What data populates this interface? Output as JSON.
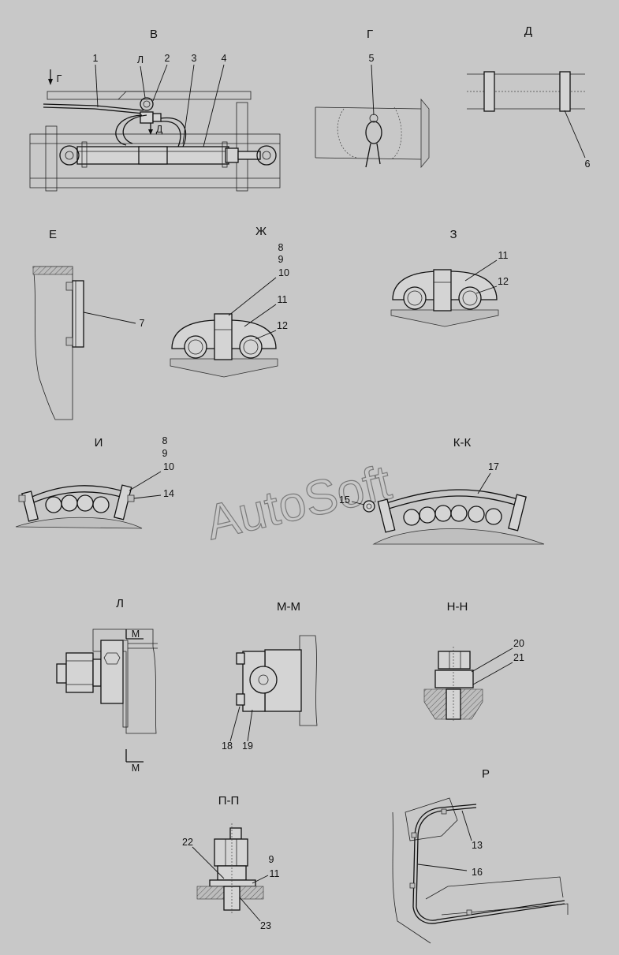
{
  "views": {
    "v": "В",
    "g": "Г",
    "d": "Д",
    "e": "Е",
    "zh": "Ж",
    "z": "З",
    "i": "И",
    "kk": "К-К",
    "l": "Л",
    "mm": "М-М",
    "nn": "Н-Н",
    "pp": "П-П",
    "r": "Р"
  },
  "marks": {
    "g_arrow": "Г",
    "l_mark": "Л",
    "d_arrow": "Д",
    "m_top": "М",
    "m_bottom": "М"
  },
  "callouts": {
    "c1": "1",
    "c2": "2",
    "c3": "3",
    "c4": "4",
    "c5": "5",
    "c6": "6",
    "c7": "7",
    "zh_8": "8",
    "zh_9": "9",
    "zh_10": "10",
    "zh_11": "11",
    "zh_12": "12",
    "z_11": "11",
    "z_12": "12",
    "i_8": "8",
    "i_9": "9",
    "i_10": "10",
    "i_14": "14",
    "c15": "15",
    "c17": "17",
    "c18": "18",
    "c19": "19",
    "c20": "20",
    "c21": "21",
    "c22": "22",
    "pp_9": "9",
    "pp_11": "11",
    "c23": "23",
    "c13": "13",
    "c16": "16"
  },
  "watermark": "AutoSoft"
}
